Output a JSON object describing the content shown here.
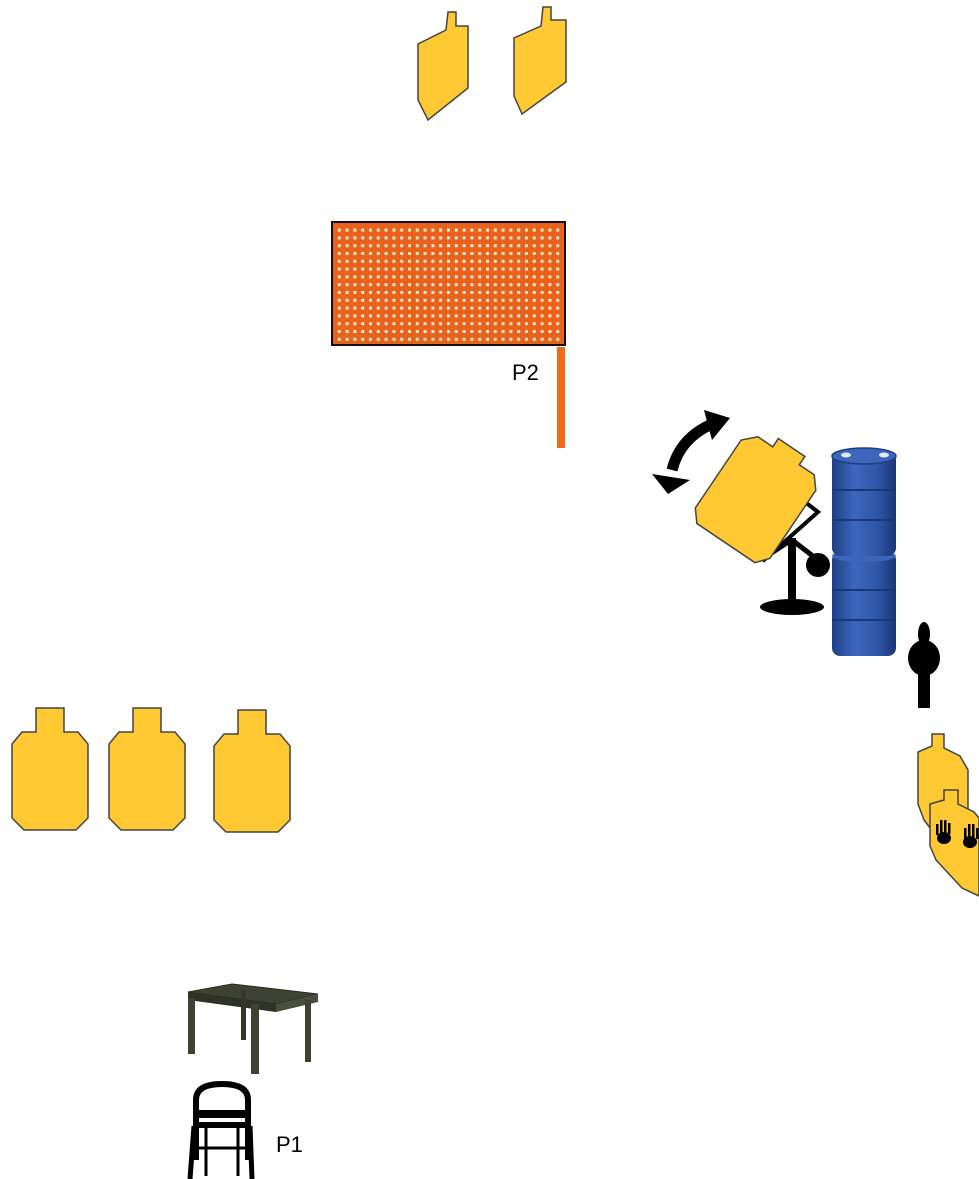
{
  "colors": {
    "target_fill": "#FFC933",
    "target_stroke": "#444444",
    "wall_orange": "#E8621A",
    "wall_dot": "#F7E4D4",
    "fault_line": "#F26A1B",
    "barrel_blue": "#2E57A8",
    "barrel_dark": "#1F3F85",
    "table_color": "#3E4233",
    "black": "#000000"
  },
  "positions": [
    {
      "label": "P1"
    },
    {
      "label": "P2"
    }
  ],
  "stage_props": {
    "targets": [
      {
        "kind": "paper-target",
        "group": "top-angled"
      },
      {
        "kind": "paper-target",
        "group": "top-angled"
      },
      {
        "kind": "paper-target",
        "group": "left-row"
      },
      {
        "kind": "paper-target",
        "group": "left-row"
      },
      {
        "kind": "paper-target",
        "group": "left-row"
      },
      {
        "kind": "swinger-target",
        "group": "center-right"
      },
      {
        "kind": "paper-target",
        "group": "right-edge"
      },
      {
        "kind": "no-shoot-hands-target",
        "group": "right-edge"
      }
    ],
    "icons": [
      "wall-icon",
      "fault-line-icon",
      "rotation-arrow-icon",
      "barrel-icon",
      "popper-icon",
      "table-icon",
      "chair-icon"
    ]
  }
}
